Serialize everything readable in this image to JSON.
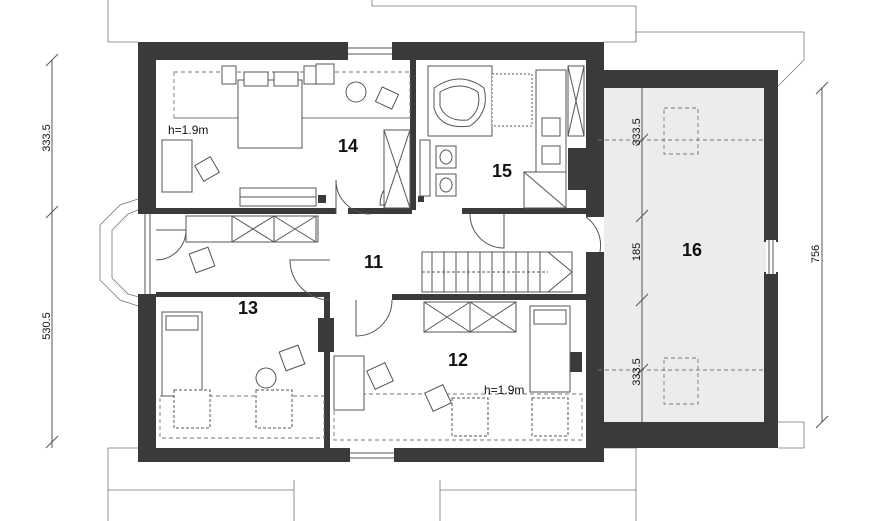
{
  "rooms": [
    {
      "id": "11",
      "label": "11"
    },
    {
      "id": "12",
      "label": "12"
    },
    {
      "id": "13",
      "label": "13"
    },
    {
      "id": "14",
      "label": "14"
    },
    {
      "id": "15",
      "label": "15"
    },
    {
      "id": "16",
      "label": "16"
    }
  ],
  "dimensions": {
    "left_top": "333.5",
    "left_bottom": "530.5",
    "room16_top": "333.5",
    "room16_mid": "185",
    "room16_bottom": "333.5",
    "right_total": "756"
  },
  "notes": {
    "height_14": "h=1.9m",
    "height_12": "h=1.9m"
  },
  "colors": {
    "wall": "#3a3a3c",
    "garage_floor": "#ececec",
    "background": "#ffffff"
  }
}
